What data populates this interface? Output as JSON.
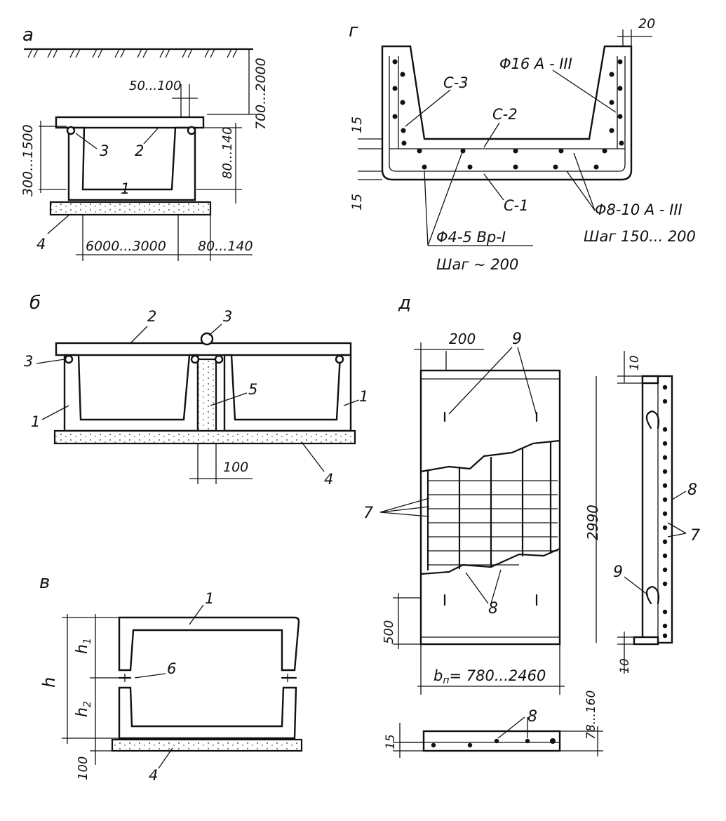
{
  "panels": {
    "a": {
      "letter": "а",
      "depth": "700...2000",
      "gap": "50...100",
      "height": "300...1500",
      "slab": "80...140",
      "span": "6000...3000",
      "side": "80...140",
      "n1": "1",
      "n2": "2",
      "n3": "3",
      "n4": "4"
    },
    "b": {
      "letter": "б",
      "dim": "100",
      "n1a": "1",
      "n1b": "1",
      "n2": "2",
      "n3a": "3",
      "n3b": "3",
      "n4": "4",
      "n5": "5"
    },
    "v": {
      "letter": "в",
      "h": "h",
      "h1": "h",
      "h1sub": "1",
      "h2": "h",
      "h2sub": "2",
      "base": "100",
      "n1": "1",
      "n4": "4",
      "n6": "6"
    },
    "g": {
      "letter": "г",
      "cover": "20",
      "c3": "С-3",
      "c2": "С-2",
      "c1": "С-1",
      "rebar_top": "Φ16 A - III",
      "rebar_bottom": "Φ8-10 A - III",
      "step_bottom": "Шаг 150... 200",
      "wire": "Φ4-5 Вр-I",
      "step_wire": "Шаг ~ 200",
      "d15a": "15",
      "d15b": "15"
    },
    "d": {
      "letter": "д",
      "top": "200",
      "length": "2990",
      "bottom": "500",
      "width": "b",
      "width_sub": "п",
      "width_val": "= 780...2460",
      "edge_top": "10",
      "edge_bottom": "10",
      "thick": "78...160",
      "cover": "15",
      "n7a": "7",
      "n7b": "7",
      "n8a": "8",
      "n8b": "8",
      "n8c": "8",
      "n9a": "9",
      "n9b": "9"
    }
  }
}
